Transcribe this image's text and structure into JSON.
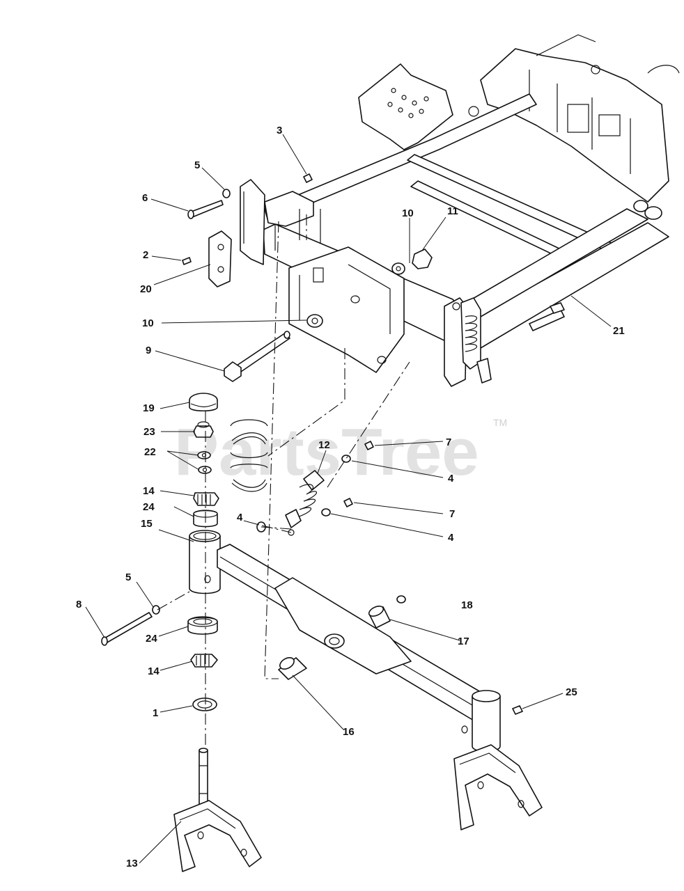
{
  "watermark": {
    "text": "PartsTree",
    "trademark": "TM"
  },
  "callouts": {
    "c1": "1",
    "c2": "2",
    "c3": "3",
    "c4a": "4",
    "c4b": "4",
    "c4c": "4",
    "c5a": "5",
    "c5b": "5",
    "c6": "6",
    "c7a": "7",
    "c7b": "7",
    "c8": "8",
    "c9": "9",
    "c10a": "10",
    "c10b": "10",
    "c11": "11",
    "c12": "12",
    "c13": "13",
    "c14a": "14",
    "c14b": "14",
    "c15": "15",
    "c16": "16",
    "c17": "17",
    "c18": "18",
    "c19": "19",
    "c20": "20",
    "c21": "21",
    "c22": "22",
    "c23": "23",
    "c24a": "24",
    "c24b": "24",
    "c25": "25"
  }
}
